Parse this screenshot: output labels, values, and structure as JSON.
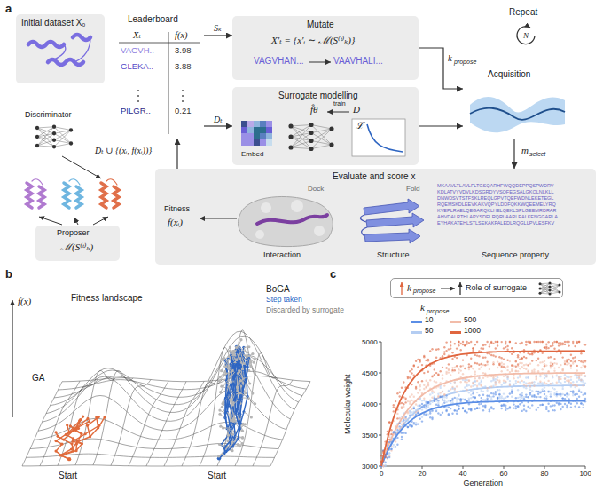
{
  "diagram": {
    "nodes": [
      {
        "text": [
          "Initial dataset X₀"
        ]
      },
      {
        "text": [
          "Leaderboard"
        ]
      },
      {
        "text": [
          "Mutate",
          "X′ₜ = {x′ᵢ ∼ ℳ(S⁽ᵗ⁾ₖ)}",
          "VAGVHAN...",
          "VAAVHALI..."
        ]
      },
      {
        "text": [
          "Surrogate modelling",
          "f̂θ",
          "train",
          "D",
          "Embed",
          "ℒ"
        ]
      },
      {
        "text": [
          "Acquisition"
        ]
      },
      {
        "text": [
          "Evaluate and score x",
          "Fitness",
          "f(xᵢ)",
          "Dock",
          "Fold",
          "Interaction",
          "Structure",
          "Sequence property",
          "MKAAVLTLAVLFLTGSQARHFWQQDEPPQSPWDRV KDLATVYVDVLKDSGRDYVSQFEGSALGKQLNLKLL DNWDSVTSTFSKLREQLGPVTQEFWDNLEKETEGL RQEMSKDLEEVKAKVQPYLDDFQKKWQEEMELYRQ KVEPLRAELQEGARQKLHELQEKLSPLGEEMRDRAR AHVDALRTHLAPYSDELRQRLAARLEALKENGGARLA EYHAKATEHLSTLSEKAKPALEDLRQGLLPVLESFKV"
        ]
      },
      {
        "text": [
          "Discriminator"
        ]
      },
      {
        "text": [
          "Proposer",
          "ℳ(S⁽ᵗ⁾ₖ)"
        ]
      },
      {
        "text": [
          "k",
          "propose",
          "Role of surrogate"
        ]
      }
    ],
    "edges": [
      {
        "from": 1,
        "to": 2,
        "arrow": "to",
        "label": "Sₖ"
      },
      {
        "from": 1,
        "to": 3,
        "arrow": "to",
        "label": "Dₜ"
      },
      {
        "from": 2,
        "to": 4,
        "arrow": "to"
      },
      {
        "from": 3,
        "to": 4,
        "arrow": "to"
      },
      {
        "from": 4,
        "to": 5,
        "arrow": "to"
      },
      {
        "from": 5,
        "to": 1,
        "arrow": "to",
        "label": "Dₜ ∪ {(xᵢ, f(xᵢ))}"
      }
    ],
    "labels": [
      "a",
      "b",
      "c",
      "Xₜ",
      "f(x)",
      "VAGVH..",
      "3.98",
      "GLEKA..",
      "3.88",
      "PILGR..",
      "0.21",
      "Repeat",
      "N",
      "k",
      "propose",
      "m",
      "select",
      "Fitness landscape",
      "f(x)",
      "GA",
      "BoGA",
      "Step taken",
      "Discarded by surrogate",
      "Start",
      "Start",
      "k",
      "propose",
      "Molecular weight",
      "5000",
      "4500",
      "4000",
      "3500",
      "3000",
      "0",
      "20",
      "40",
      "60",
      "80",
      "100",
      "Generation"
    ],
    "legend": [
      {
        "text": "10",
        "color": "#5b8ee6"
      },
      {
        "text": "50",
        "color": "#b4cdf2"
      },
      {
        "text": "500",
        "color": "#f2bca9"
      },
      {
        "text": "1000",
        "color": "#e0663f"
      }
    ]
  }
}
